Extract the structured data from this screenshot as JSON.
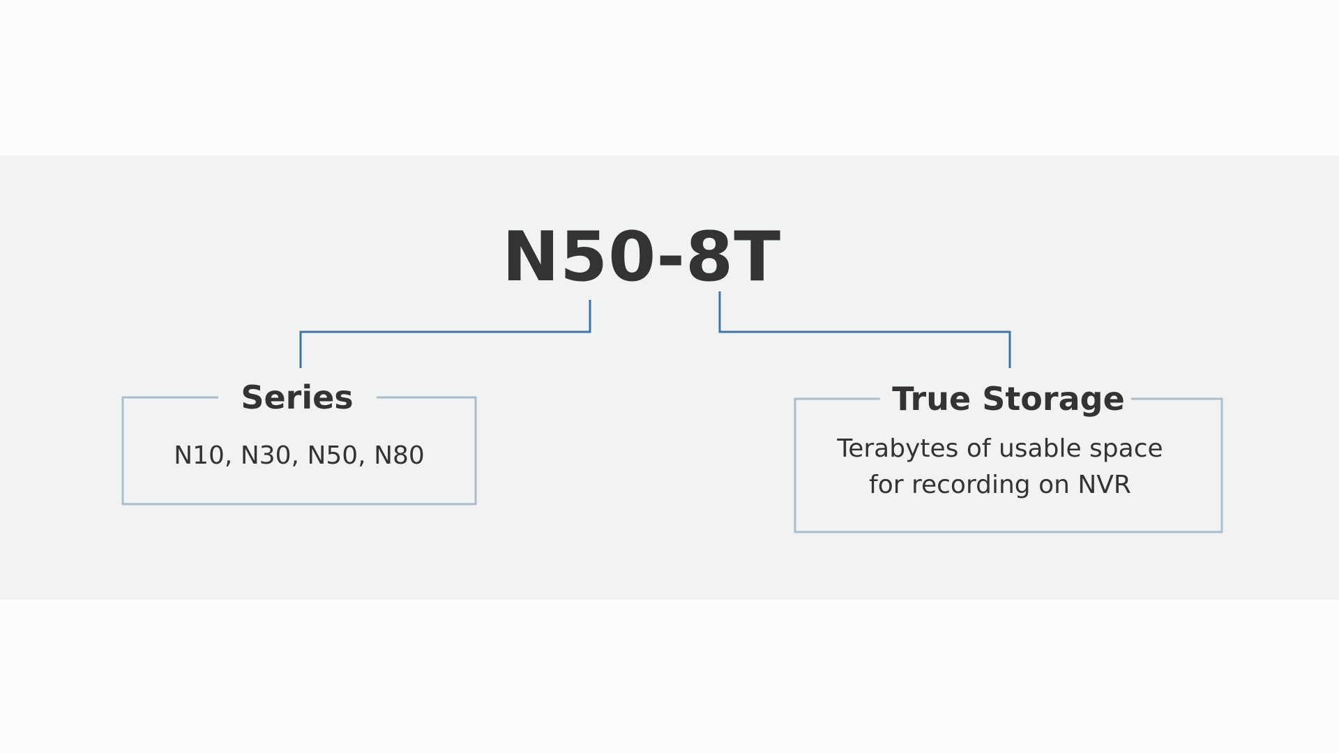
{
  "diagram": {
    "model_code": "N50-8T",
    "series": {
      "title": "Series",
      "values": "N10, N30, N50, N80"
    },
    "true_storage": {
      "title": "True Storage",
      "description_lines": [
        "Terabytes of usable space",
        "for recording on NVR"
      ]
    },
    "colors": {
      "connector": "#3f74a8",
      "box_border": "#a9bdcc",
      "band_background": "#f1f2f2",
      "text": "#333333"
    }
  }
}
